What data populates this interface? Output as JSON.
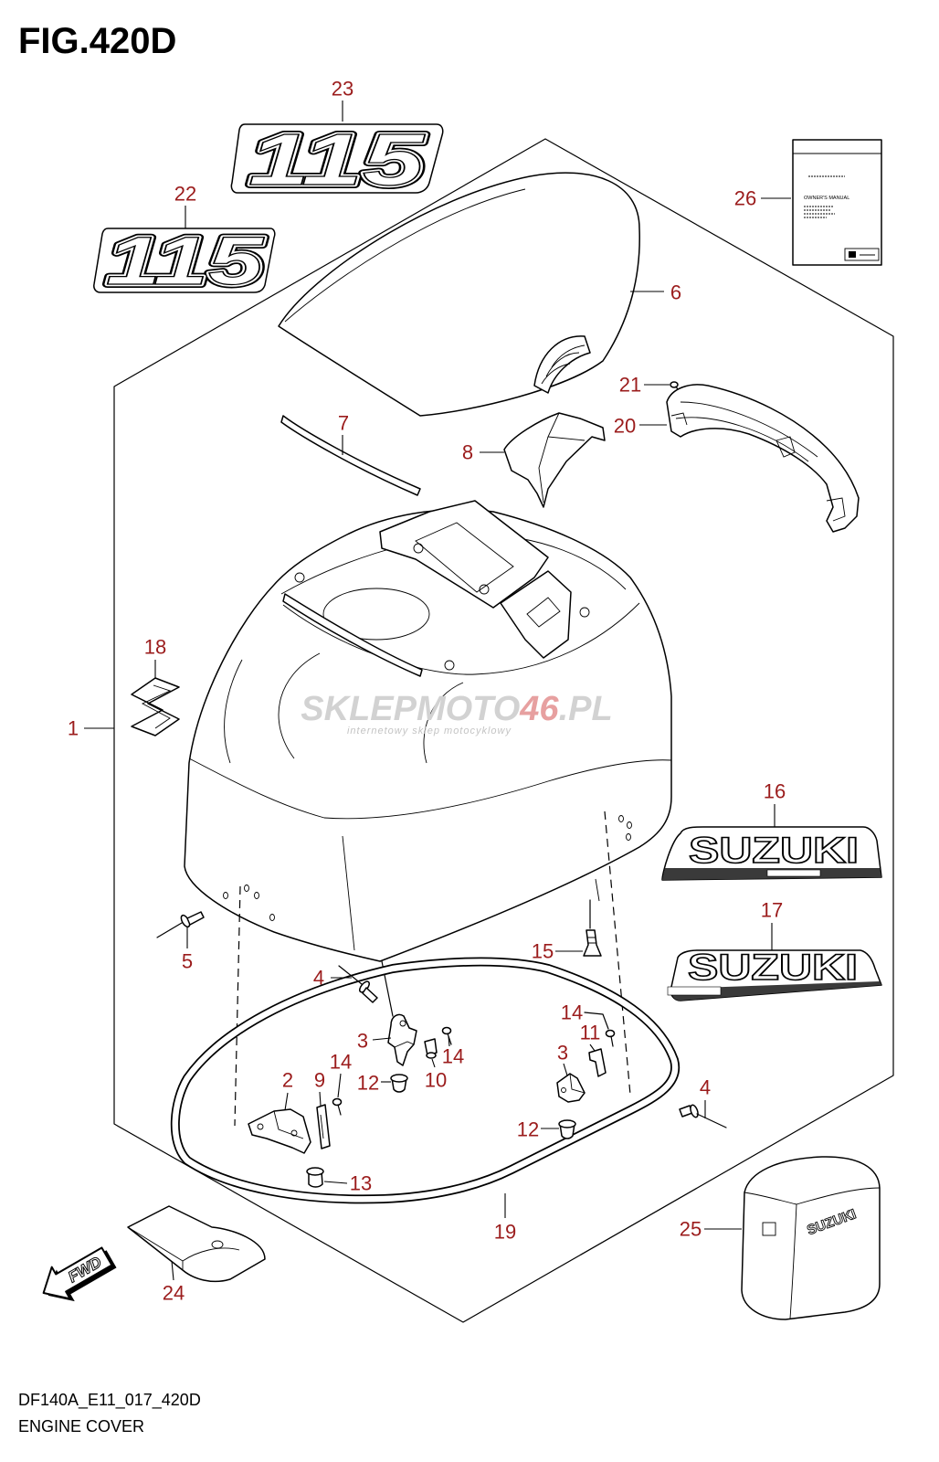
{
  "figure": {
    "title": "FIG.420D",
    "code": "DF140A_E11_017_420D",
    "name": "ENGINE COVER"
  },
  "callouts": [
    "23",
    "22",
    "26",
    "6",
    "21",
    "7",
    "20",
    "8",
    "18",
    "1",
    "16",
    "17",
    "5",
    "15",
    "4",
    "14",
    "3",
    "11",
    "14",
    "3",
    "14",
    "10",
    "9",
    "12",
    "2",
    "4",
    "12",
    "13",
    "19",
    "25",
    "24"
  ],
  "decals": {
    "model_number": "115",
    "brand": "SUZUKI"
  },
  "manual": {
    "title": "OWNER'S MANUAL"
  },
  "direction": {
    "label": "FWD"
  },
  "watermark": {
    "brand": "SKLEPMOTO",
    "number": "46",
    "domain": ".PL",
    "tagline": "internetowy sklep motocyklowy"
  },
  "colors": {
    "callout": "#9b1c1c",
    "line": "#000000",
    "watermark": "#d2d2d2",
    "watermark_accent": "#e7a0a0"
  }
}
